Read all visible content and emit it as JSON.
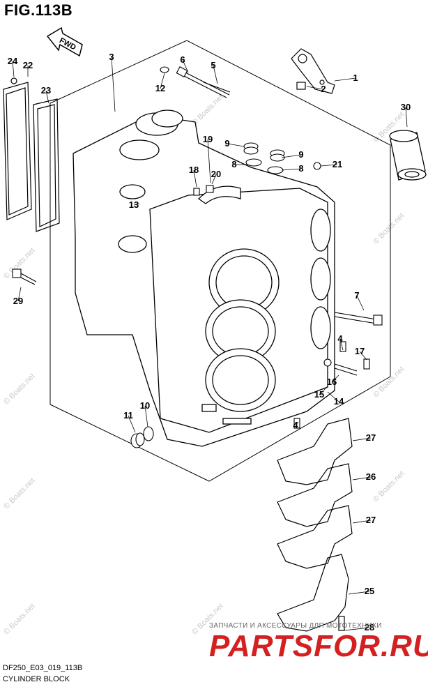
{
  "figure": {
    "title": "FIG.113B",
    "code": "DF250_E03_019_113B",
    "name": "CYLINDER BLOCK",
    "fwd_label": "FWD"
  },
  "watermark": {
    "site_text": "© Boats.net",
    "shop_subtitle": "ЗАПЧАСТИ И АКСЕССУАРЫ ДЛЯ МОТОТЕХНИКИ",
    "shop_logo": "PARTSFOR.RU"
  },
  "callouts": [
    "1",
    "2",
    "3",
    "4",
    "4",
    "5",
    "6",
    "7",
    "8",
    "8",
    "9",
    "9",
    "10",
    "11",
    "12",
    "13",
    "14",
    "15",
    "16",
    "17",
    "18",
    "19",
    "20",
    "21",
    "22",
    "23",
    "24",
    "25",
    "26",
    "27",
    "27",
    "28",
    "29",
    "30"
  ],
  "colors": {
    "line": "#000000",
    "logo": "#d42020",
    "watermark": "#c8c8c8"
  }
}
